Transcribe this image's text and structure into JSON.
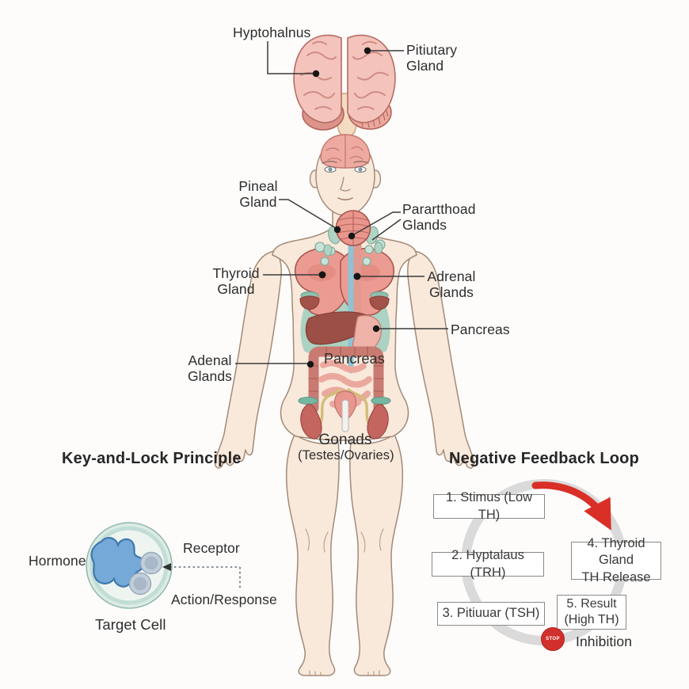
{
  "brain_section": {
    "hypothalamus_label": "Hyptohalnus",
    "pituitary_label": "Pitiutary\nGland"
  },
  "body_section": {
    "pineal_label": "Pineal\nGland",
    "parathyroid_label": "Parartthoad\nGlands",
    "thyroid_label": "Thyroid\nGland",
    "adrenal_right_label": "Adrenal\nGlands",
    "pancreas_side_label": "Pancreas",
    "adrenal_left_label": "Adenal\nGlands",
    "pancreas_overlay_label": "Pancreas",
    "gonads_label": "Gonads",
    "gonads_sub_label": "(Testes/Ovaries)"
  },
  "key_lock_section": {
    "title": "Key-and-Lock Principle",
    "hormone_label": "Hormone",
    "receptor_label": "Receptor",
    "action_label": "Action/Response",
    "target_cell_label": "Target Cell"
  },
  "feedback_section": {
    "title": "Negative Feedback Loop",
    "steps": [
      {
        "label": "1. Stimus (Low TH)"
      },
      {
        "label": "2. Hyptalaus (TRH)"
      },
      {
        "label": "3. Pitiuuar (TSH)"
      },
      {
        "label": "4. Thyroid Gland\nTH Release"
      },
      {
        "label": "5. Result\n(High TH)"
      }
    ],
    "stop_label": "STOP",
    "inhibition_label": "Inhibition"
  },
  "colors": {
    "accent_red": "#d92f27",
    "stop_red": "#d2302c",
    "loop_gray": "#dadada",
    "box_border": "#8a8a8a",
    "text": "#2d2d2d",
    "skin": "#f9e9db",
    "brain_pink": "#f4c4bc",
    "gland_pink": "#ec9b92",
    "organ_green": "#abd2c2",
    "liver_red": "#9c4f46",
    "cell_blue": "#74a9d8",
    "cell_ring": "#cfe4dd"
  }
}
